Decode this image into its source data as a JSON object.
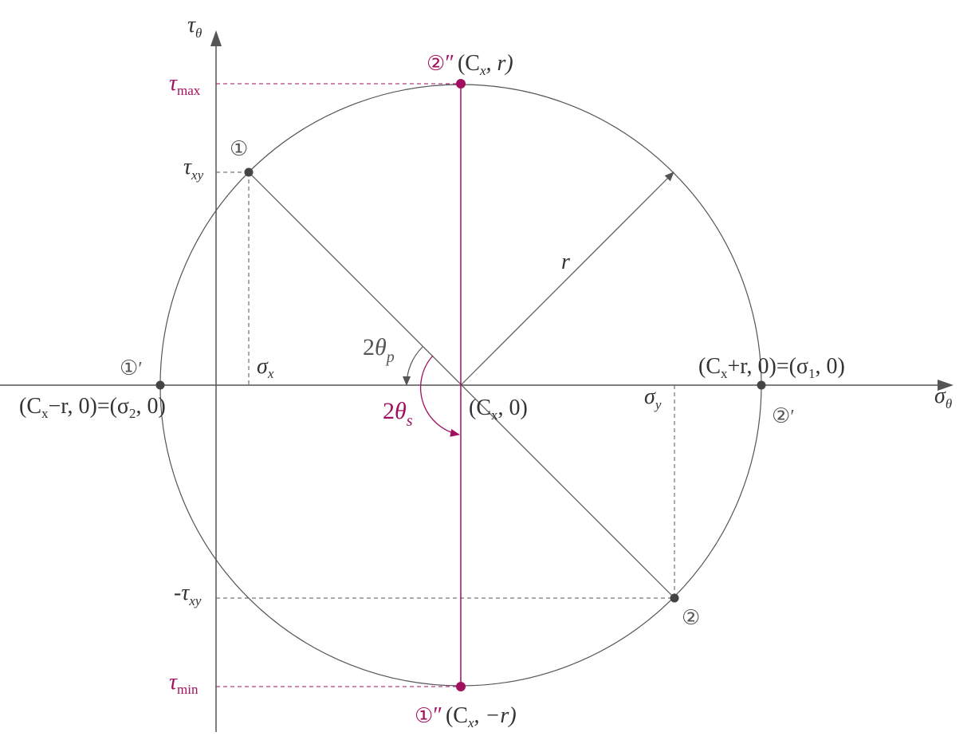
{
  "colors": {
    "line": "#555555",
    "text": "#333333",
    "accent": "#a0105f",
    "point": "#444444"
  },
  "axes": {
    "vertical": {
      "symbol": "τ",
      "subscript": "θ"
    },
    "horizontal": {
      "symbol": "σ",
      "subscript": "θ"
    }
  },
  "tick_labels": {
    "tau_max": {
      "symbol": "τ",
      "subscript": "max"
    },
    "tau_xy": {
      "symbol": "τ",
      "subscript": "xy"
    },
    "neg_tau_xy": {
      "prefix": "-",
      "symbol": "τ",
      "subscript": "xy"
    },
    "tau_min": {
      "symbol": "τ",
      "subscript": "min"
    }
  },
  "segment_labels": {
    "sigma_x": {
      "symbol": "σ",
      "subscript": "x"
    },
    "sigma_y": {
      "symbol": "σ",
      "subscript": "y"
    },
    "radius": "r"
  },
  "angles": {
    "two_theta_p": {
      "coef": "2",
      "symbol": "θ",
      "subscript": "p"
    },
    "two_theta_s": {
      "coef": "2",
      "symbol": "θ",
      "subscript": "s"
    }
  },
  "points": {
    "p1": {
      "marker": "①"
    },
    "p2": {
      "marker": "②"
    },
    "p1_prime": {
      "marker": "①",
      "prime": "′",
      "coord_a": "(C",
      "coord_a_sub": "x",
      "coord_b": "−r,  0)=(σ",
      "coord_b_sub": "2",
      "coord_c": ",  0)"
    },
    "p2_prime": {
      "marker": "②",
      "prime": "′",
      "coord_a": "(C",
      "coord_a_sub": "x",
      "coord_b": "+r,  0)=(σ",
      "coord_b_sub": "1",
      "coord_c": ",  0)"
    },
    "center": {
      "coord_a": "(C",
      "coord_a_sub": "x",
      "coord_b": ",  0)"
    },
    "p2_dprime": {
      "marker": "②",
      "prime": "″",
      "coord_a": "(C",
      "coord_a_sub": "x",
      "coord_b": ",  r)"
    },
    "p1_dprime": {
      "marker": "①",
      "prime": "″",
      "coord_a": "(C",
      "coord_a_sub": "x",
      "coord_b": ",  −r)"
    }
  }
}
